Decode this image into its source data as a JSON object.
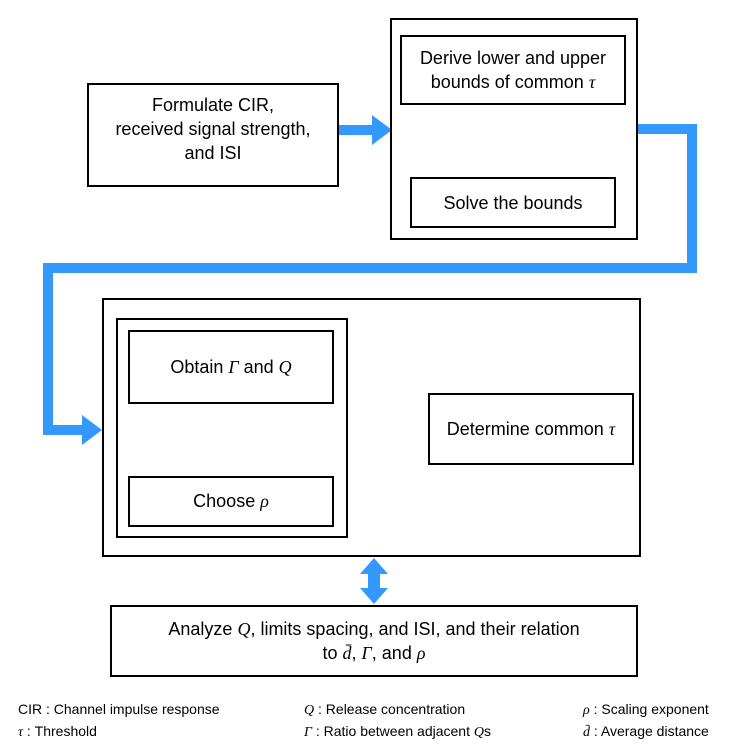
{
  "formulate": {
    "line1": "Formulate CIR,",
    "line2": "received signal strength,",
    "line3": "and ISI"
  },
  "derive": {
    "line1": "Derive lower and upper",
    "line2_pre": "bounds of common ",
    "tau": "τ"
  },
  "solve": {
    "label": "Solve the bounds"
  },
  "obtain": {
    "pre": "Obtain ",
    "gamma": "Γ",
    "mid": " and ",
    "q": "Q"
  },
  "choose": {
    "pre": "Choose ",
    "rho": "ρ"
  },
  "determine": {
    "pre": "Determine common ",
    "tau": "τ"
  },
  "analyze": {
    "pre": "Analyze ",
    "q": "Q",
    "mid": ", limits spacing, and ISI, and their relation",
    "line2_pre": "to ",
    "dbar": "d̄",
    "sep1": ", ",
    "gamma": "Γ",
    "sep2": ", and ",
    "rho": "ρ"
  },
  "legend": {
    "cir": "CIR : Channel impulse response",
    "tau_sym": "τ",
    "tau_text": " : Threshold",
    "q_sym": "Q",
    "q_text": " : Release concentration",
    "gamma_sym": "Γ",
    "gamma_text": " : Ratio between adjacent ",
    "gamma_q": "Q",
    "gamma_s": "s",
    "rho_sym": "ρ",
    "rho_text": " : Scaling exponent",
    "d_sym": "d̄",
    "d_text": " : Average distance"
  },
  "colors": {
    "arrow": "#3399ff",
    "border": "#000000"
  }
}
